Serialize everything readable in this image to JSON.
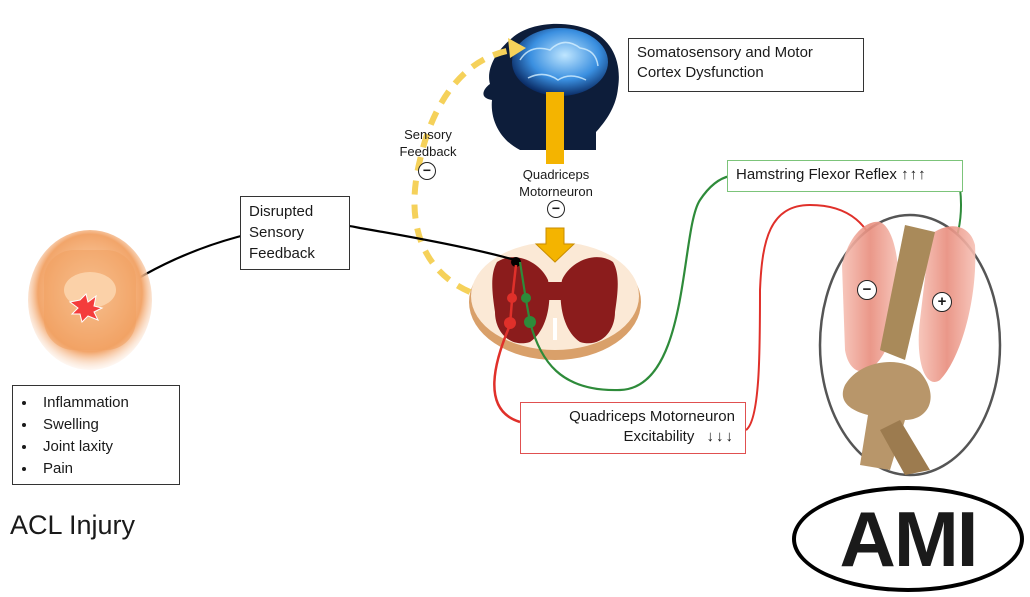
{
  "cortex_box": {
    "line1": "Somatosensory and Motor",
    "line2": "Cortex Dysfunction"
  },
  "sensory_feedback": {
    "line1": "Sensory",
    "line2": "Feedback",
    "sign": "−"
  },
  "quad_motor_top": {
    "line1": "Quadriceps",
    "line2": "Motorneuron",
    "sign": "−"
  },
  "hamstring_box": {
    "text": "Hamstring Flexor Reflex",
    "arrows": "↑↑↑",
    "border_color": "#7cc47a"
  },
  "disrupted_box": {
    "line1": "Disrupted",
    "line2": "Sensory",
    "line3": "Feedback"
  },
  "symptoms": [
    "Inflammation",
    "Swelling",
    "Joint laxity",
    "Pain"
  ],
  "injury_label": "ACL Injury",
  "excitability_box": {
    "line1": "Quadriceps Motorneuron",
    "line2": "Excitability",
    "arrows": "↓↓↓",
    "border_color": "#e05050"
  },
  "knee_signs": {
    "quad": "−",
    "hamstring": "+"
  },
  "logo": "AMI",
  "colors": {
    "red_path": "#e0302a",
    "green_path": "#2e8b3a",
    "dashed_feedback": "#f5d15a",
    "motor_arrow": "#f4b400"
  }
}
